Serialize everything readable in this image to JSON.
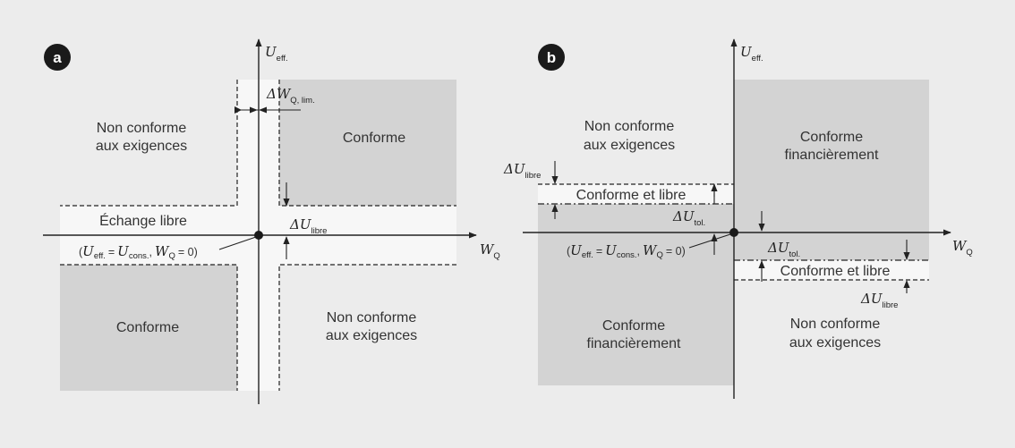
{
  "panel_a": {
    "badge": "a",
    "axis_y": {
      "symbol": "U",
      "sub": "eff."
    },
    "axis_x": {
      "symbol": "W",
      "sub": "Q"
    },
    "top_left_text": [
      "Non conforme",
      "aux exigences"
    ],
    "top_right_text": "Conforme",
    "band_text": "Échange libre",
    "bottom_left_text": "Conforme",
    "bottom_right_text": [
      "Non conforme",
      "aux exigences"
    ],
    "delta_w": {
      "delta": "Δ",
      "symbol": "W",
      "sub": "Q, lim."
    },
    "delta_u": {
      "delta": "Δ",
      "symbol": "U",
      "sub": "libre"
    },
    "origin_note": {
      "open": "(",
      "u_eff": "U",
      "u_eff_sub": "eff.",
      "eq1": "=",
      "u_cons": "U",
      "u_cons_sub": "cons.",
      "comma": ",",
      "w_q": "W",
      "w_q_sub": "Q",
      "eq2": "= 0)"
    }
  },
  "panel_b": {
    "badge": "b",
    "axis_y": {
      "symbol": "U",
      "sub": "eff."
    },
    "axis_x": {
      "symbol": "W",
      "sub": "Q"
    },
    "top_left_text": [
      "Non conforme",
      "aux exigences"
    ],
    "top_right_text": [
      "Conforme",
      "financièrement"
    ],
    "band_left_text": "Conforme et libre",
    "band_right_text": "Conforme et libre",
    "bottom_left_text": [
      "Conforme",
      "financièrement"
    ],
    "bottom_right_text": [
      "Non conforme",
      "aux exigences"
    ],
    "delta_u_libre_left": {
      "delta": "Δ",
      "symbol": "U",
      "sub": "libre"
    },
    "delta_u_tol_left": {
      "delta": "Δ",
      "symbol": "U",
      "sub": "tol."
    },
    "delta_u_tol_right": {
      "delta": "Δ",
      "symbol": "U",
      "sub": "tol."
    },
    "delta_u_libre_right": {
      "delta": "Δ",
      "symbol": "U",
      "sub": "libre"
    },
    "origin_note": {
      "open": "(",
      "u_eff": "U",
      "u_eff_sub": "eff.",
      "eq1": "=",
      "u_cons": "U",
      "u_cons_sub": "cons.",
      "comma": ",",
      "w_q": "W",
      "w_q_sub": "Q",
      "eq2": "= 0)"
    }
  },
  "colors": {
    "background": "#ececec",
    "region_grey": "#d3d3d3",
    "band_white": "#f7f7f7",
    "badge": "#1a1a1a"
  }
}
